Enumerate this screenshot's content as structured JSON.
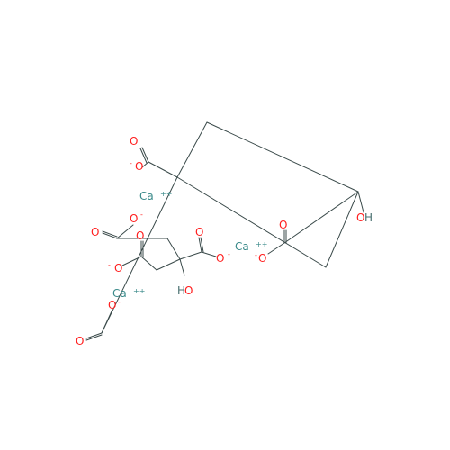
{
  "colors": {
    "oxygen": "#ff1f1f",
    "calcium": "#3a8a8a",
    "hydroxyl_h": "#4a7070",
    "bond": "#3a4a4a"
  },
  "labels": {
    "O": "O",
    "OH": "OH",
    "HO": "HO",
    "O_minus": "O",
    "minus": "-",
    "Ca": "Ca",
    "Ca_charge": "++"
  }
}
